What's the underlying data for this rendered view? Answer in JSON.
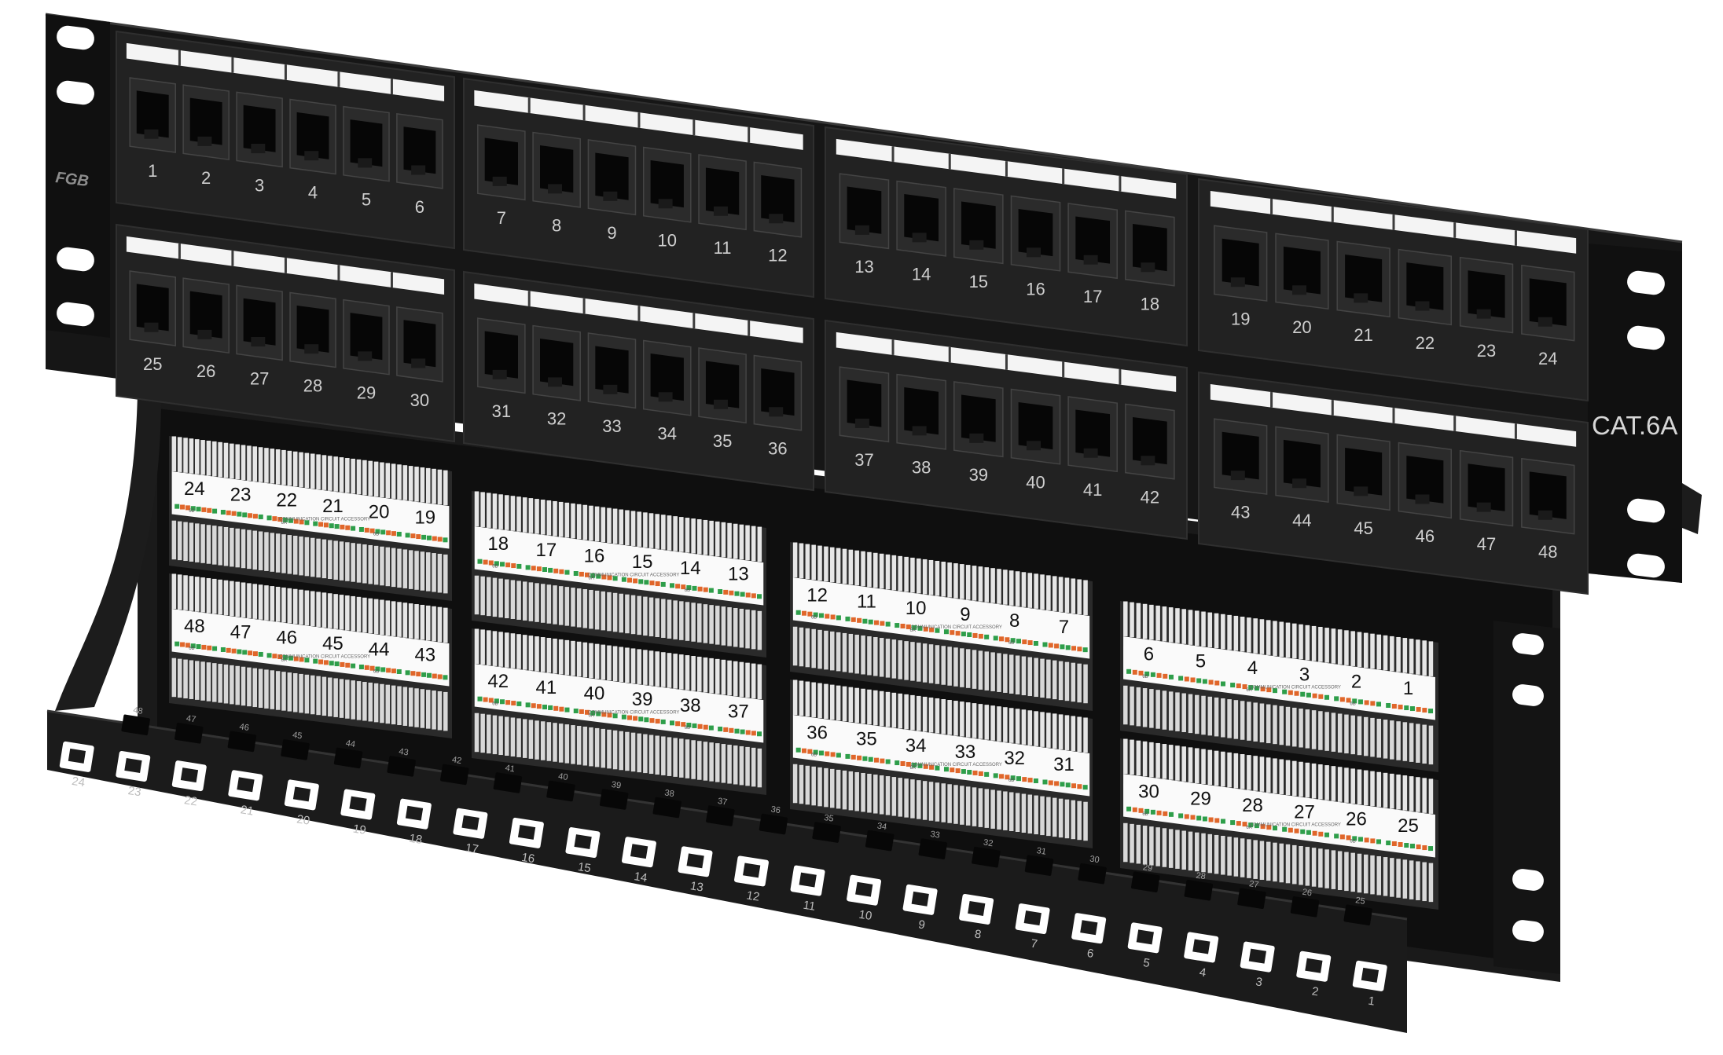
{
  "front_panel": {
    "brand": "FGB",
    "category": "CAT.6A",
    "modules": [
      {
        "top": [
          "1",
          "2",
          "3",
          "4",
          "5",
          "6"
        ],
        "bottom": [
          "25",
          "26",
          "27",
          "28",
          "29",
          "30"
        ]
      },
      {
        "top": [
          "7",
          "8",
          "9",
          "10",
          "11",
          "12"
        ],
        "bottom": [
          "31",
          "32",
          "33",
          "34",
          "35",
          "36"
        ]
      },
      {
        "top": [
          "13",
          "14",
          "15",
          "16",
          "17",
          "18"
        ],
        "bottom": [
          "37",
          "38",
          "39",
          "40",
          "41",
          "42"
        ]
      },
      {
        "top": [
          "19",
          "20",
          "21",
          "22",
          "23",
          "24"
        ],
        "bottom": [
          "43",
          "44",
          "45",
          "46",
          "47",
          "48"
        ]
      }
    ]
  },
  "rear_panel": {
    "blocks": [
      {
        "top": [
          "24",
          "23",
          "22",
          "21",
          "20",
          "19"
        ],
        "bottom": [
          "48",
          "47",
          "46",
          "45",
          "44",
          "43"
        ]
      },
      {
        "top": [
          "18",
          "17",
          "16",
          "15",
          "14",
          "13"
        ],
        "bottom": [
          "42",
          "41",
          "40",
          "39",
          "38",
          "37"
        ]
      },
      {
        "top": [
          "12",
          "11",
          "10",
          "9",
          "8",
          "7"
        ],
        "bottom": [
          "36",
          "35",
          "34",
          "33",
          "32",
          "31"
        ]
      },
      {
        "top": [
          "6",
          "5",
          "4",
          "3",
          "2",
          "1"
        ],
        "bottom": [
          "30",
          "29",
          "28",
          "27",
          "26",
          "25"
        ]
      }
    ],
    "block_caption": "COMMUNICATION CIRCUIT ACCESSORY",
    "pair_codes": [
      "6B",
      "2B",
      "6A",
      "2A"
    ],
    "cable_bar_front": [
      "24",
      "23",
      "22",
      "21",
      "20",
      "19",
      "18",
      "17",
      "16",
      "15",
      "14",
      "13",
      "12",
      "11",
      "10",
      "9",
      "8",
      "7",
      "6",
      "5",
      "4",
      "3",
      "2",
      "1"
    ],
    "cable_bar_back": [
      "48",
      "47",
      "46",
      "45",
      "44",
      "43",
      "42",
      "41",
      "40",
      "39",
      "38",
      "37",
      "36",
      "35",
      "34",
      "33",
      "32",
      "31",
      "30",
      "29",
      "28",
      "27",
      "26",
      "25"
    ]
  },
  "colors": {
    "panel_black": "#161616",
    "module_black": "#222222",
    "label_white": "#f4f4f4",
    "idc_white": "#e6e6e6",
    "pair_green": "#2e9e4a",
    "pair_orange": "#e0662a",
    "pair_blue": "#2b5fb8"
  }
}
